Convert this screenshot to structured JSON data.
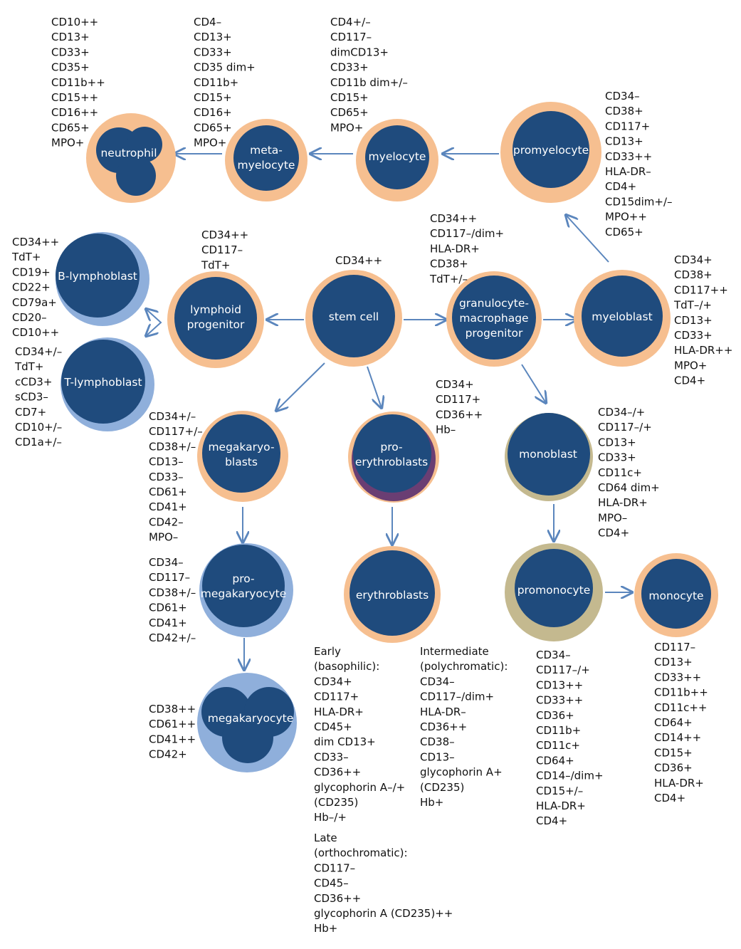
{
  "colors": {
    "nucleus": "#1f4b7d",
    "myeloid_ring": "#f6bf90",
    "lymphoid_ring": "#8fafdb",
    "erythroid_inner": "#6a3e73",
    "monocytic_ring": "#c4b98f",
    "arrow": "#5b86bd",
    "text": "#111111"
  },
  "cells": {
    "neutrophil": {
      "label": [
        "neutrophil"
      ]
    },
    "metamyelocyte": {
      "label": [
        "meta-",
        "myelocyte"
      ]
    },
    "myelocyte": {
      "label": [
        "myelocyte"
      ]
    },
    "promyelocyte": {
      "label": [
        "promyelocyte"
      ]
    },
    "b_lymphoblast": {
      "label": [
        "B-lymphoblast"
      ]
    },
    "t_lymphoblast": {
      "label": [
        "T-lymphoblast"
      ]
    },
    "lymphoid_progenitor": {
      "label": [
        "lymphoid",
        "progenitor"
      ]
    },
    "stem_cell": {
      "label": [
        "stem cell"
      ]
    },
    "gm_progenitor": {
      "label": [
        "granulocyte-",
        "macrophage",
        "progenitor"
      ]
    },
    "myeloblast": {
      "label": [
        "myeloblast"
      ]
    },
    "megakaryoblasts": {
      "label": [
        "megakaryo-",
        "blasts"
      ]
    },
    "proerythroblasts": {
      "label": [
        "pro-",
        "erythroblasts"
      ]
    },
    "monoblast": {
      "label": [
        "monoblast"
      ]
    },
    "promegakaryocyte": {
      "label": [
        "pro-",
        "megakaryocyte"
      ]
    },
    "erythroblasts": {
      "label": [
        "erythroblasts"
      ]
    },
    "promonocyte": {
      "label": [
        "promonocyte"
      ]
    },
    "monocyte": {
      "label": [
        "monocyte"
      ]
    },
    "megakaryocyte": {
      "label": [
        "megakaryocyte"
      ]
    }
  },
  "markers": {
    "neutrophil": [
      "CD10++",
      "CD13+",
      "CD33+",
      "CD35+",
      "CD11b++",
      "CD15++",
      "CD16++",
      "CD65+",
      "MPO+"
    ],
    "metamyelocyte": [
      "CD4–",
      "CD13+",
      "CD33+",
      "CD35 dim+",
      "CD11b+",
      "CD15+",
      "CD16+",
      "CD65+",
      "MPO+"
    ],
    "myelocyte": [
      "CD4+/–",
      "CD117–",
      "dimCD13+",
      "CD33+",
      "CD11b dim+/–",
      "CD15+",
      "CD65+",
      "MPO+"
    ],
    "promyelocyte": [
      "CD34–",
      "CD38+",
      "CD117+",
      "CD13+",
      "CD33++",
      "HLA-DR–",
      "CD4+",
      "CD15dim+/–",
      "MPO++",
      "CD65+"
    ],
    "gm_progenitor": [
      "CD34++",
      "CD117–/dim+",
      "HLA-DR+",
      "CD38+",
      "TdT+/–"
    ],
    "lymphoid_progenitor": [
      "CD34++",
      "CD117–",
      "TdT+"
    ],
    "stem_cell": [
      "CD34++"
    ],
    "b_lymphoblast": [
      "CD34++",
      "TdT+",
      "CD19+",
      "CD22+",
      "CD79a+",
      "CD20–",
      "CD10++"
    ],
    "t_lymphoblast": [
      "CD34+/–",
      "TdT+",
      "cCD3+",
      "sCD3–",
      "CD7+",
      "CD10+/–",
      "CD1a+/–"
    ],
    "myeloblast": [
      "CD34+",
      "CD38+",
      "CD117++",
      "TdT–/+",
      "CD13+",
      "CD33+",
      "HLA-DR++",
      "MPO+",
      "CD4+"
    ],
    "proerythroblasts": [
      "CD34+",
      "CD117+",
      "CD36++",
      "Hb–"
    ],
    "megakaryoblasts": [
      "CD34+/–",
      "CD117+/–",
      "CD38+/–",
      "CD13–",
      "CD33–",
      "CD61+",
      "CD41+",
      "CD42–",
      "MPO–"
    ],
    "monoblast": [
      "CD34–/+",
      "CD117–/+",
      "CD13+",
      "CD33+",
      "CD11c+",
      "CD64 dim+",
      "HLA-DR+",
      "MPO–",
      "CD4+"
    ],
    "promegakaryocyte": [
      "CD34–",
      "CD117–",
      "CD38+/–",
      "CD61+",
      "CD41+",
      "CD42+/–"
    ],
    "megakaryocyte": [
      "CD38++",
      "CD61++",
      "CD41++",
      "CD42+"
    ],
    "erythroblast_early": [
      "Early",
      "(basophilic):",
      "CD34+",
      "CD117+",
      "HLA-DR+",
      "CD45+",
      "dim CD13+",
      "CD33–",
      "CD36++",
      "glycophorin A–/+",
      "(CD235)",
      "Hb–/+"
    ],
    "erythroblast_intermediate": [
      "Intermediate",
      "(polychromatic):",
      "CD34–",
      "CD117–/dim+",
      "HLA-DR–",
      "CD36++",
      "CD38–",
      "CD13–",
      "glycophorin A+",
      "(CD235)",
      "Hb+"
    ],
    "erythroblast_late": [
      "Late",
      "(orthochromatic):",
      "CD117–",
      "CD45–",
      "CD36++",
      "glycophorin A (CD235)++",
      "Hb+"
    ],
    "promonocyte": [
      "CD34–",
      "CD117–/+",
      "CD13++",
      "CD33++",
      "CD36+",
      "CD11b+",
      "CD11c+",
      "CD64+",
      "CD14–/dim+",
      "CD15+/–",
      "HLA-DR+",
      "CD4+"
    ],
    "monocyte": [
      "CD117–",
      "CD13+",
      "CD33++",
      "CD11b++",
      "CD11c++",
      "CD64+",
      "CD14++",
      "CD15+",
      "CD36+",
      "HLA-DR+",
      "CD4+"
    ]
  }
}
